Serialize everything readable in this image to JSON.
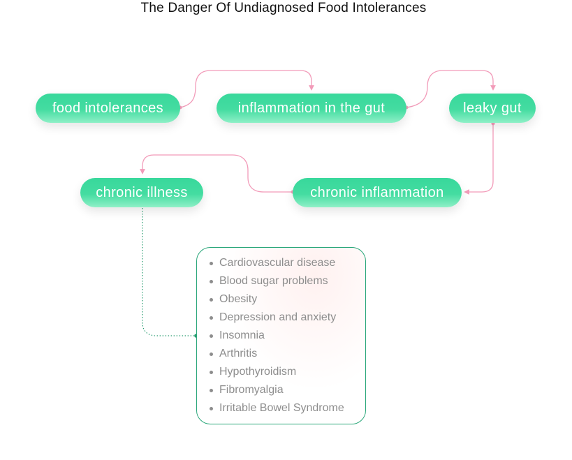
{
  "title": "The Danger Of Undiagnosed Food Intolerances",
  "nodes": {
    "food_intolerances": "food intolerances",
    "inflammation_gut": "inflammation in the gut",
    "leaky_gut": "leaky gut",
    "chronic_inflammation": "chronic inflammation",
    "chronic_illness": "chronic illness"
  },
  "symptoms": [
    "Cardiovascular disease",
    "Blood sugar problems",
    "Obesity",
    "Depression and anxiety",
    "Insomnia",
    "Arthritis",
    "Hypothyroidism",
    "Fibromyalgia",
    "Irritable Bowel Syndrome"
  ],
  "colors": {
    "node_fill": "#3dd99c",
    "arrow": "#f29bb9",
    "dotted_link": "#2a9d72",
    "box_border": "#2aa77a",
    "title": "#111111",
    "list_text": "#8d8d8d"
  }
}
